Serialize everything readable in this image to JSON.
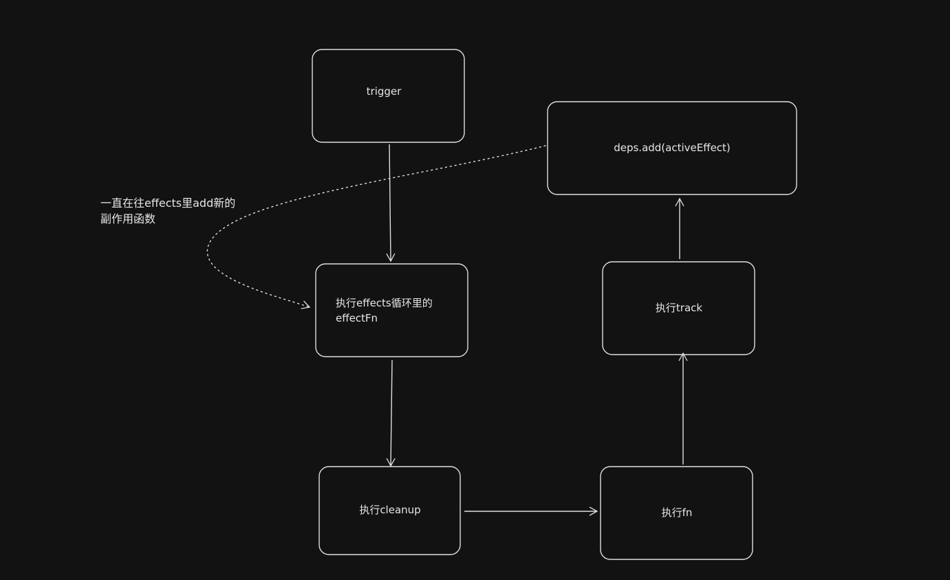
{
  "colors": {
    "background": "#121212",
    "stroke": "#e0e0e0",
    "text": "#e6e6e6"
  },
  "nodes": {
    "trigger": "trigger",
    "deps_add": "deps.add(activeEffect)",
    "run_effects_line1": "执行effects循环里的",
    "run_effects_line2": "effectFn",
    "run_track": "执行track",
    "run_cleanup": "执行cleanup",
    "run_fn": "执行fn"
  },
  "annotation": {
    "line1": "一直在往effects里add新的",
    "line2": "副作用函数"
  }
}
